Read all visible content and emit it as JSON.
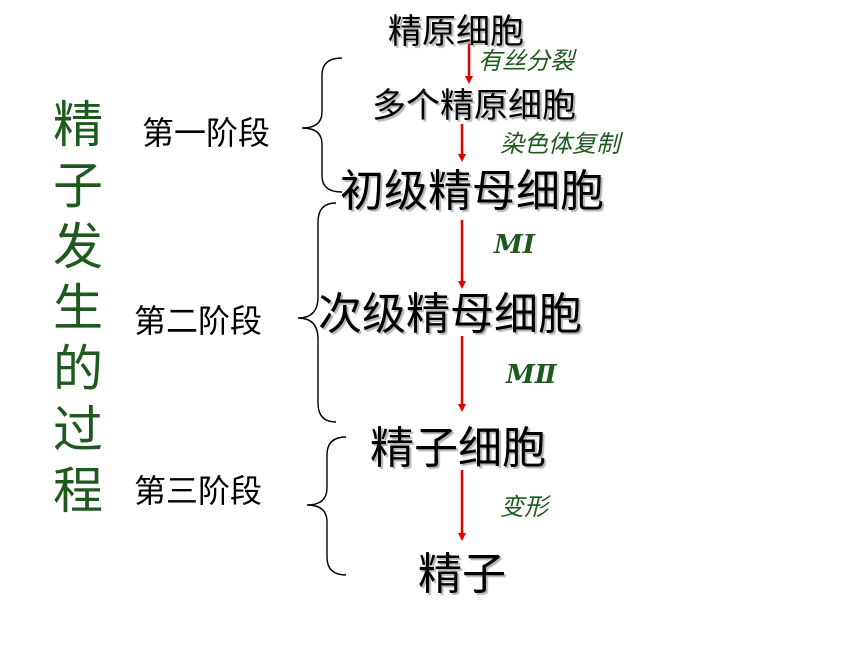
{
  "title_chars": [
    "精",
    "子",
    "发",
    "生",
    "的",
    "过",
    "程"
  ],
  "stages": {
    "first": "第一阶段",
    "second": "第二阶段",
    "third": "第三阶段"
  },
  "cells": {
    "c1": "精原细胞",
    "c2": "多个精原细胞",
    "c3": "初级精母细胞",
    "c4": "次级精母细胞",
    "c5": "精子细胞",
    "c6": "精子"
  },
  "processes": {
    "p1": "有丝分裂",
    "p2": "染色体复制",
    "p3": "MⅠ",
    "p4": "MⅡ",
    "p5": "变形"
  },
  "colors": {
    "title": "#1e5a1e",
    "process_label": "#1e5a1e",
    "arrow": "#e00000",
    "text": "#000000"
  }
}
